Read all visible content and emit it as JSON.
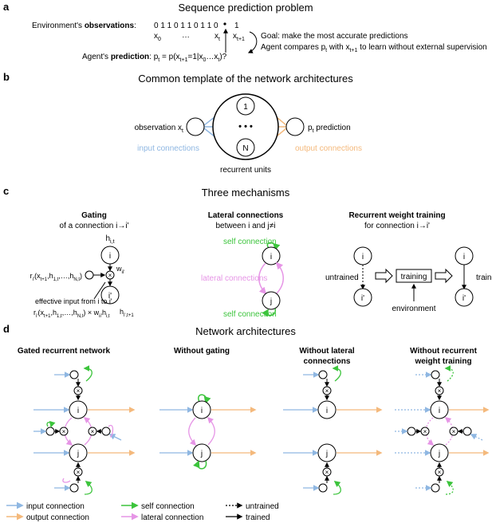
{
  "panel_a": {
    "letter": "a",
    "title": "Sequence prediction problem",
    "obs_label_pre": "Environment's ",
    "obs_label_bold": "observations",
    "obs_label_post": ":",
    "obs_sequence": "0 1 1 0 1 1 0 1 1 0",
    "next_obs": "1",
    "x0": "x",
    "x0_sub": "0",
    "dots": "…",
    "xt": "x",
    "xt_sub": "t",
    "xt1": "x",
    "xt1_sub": "t+1",
    "goal": "Goal: make the most accurate predictions",
    "compare_pre": "Agent compares p",
    "compare_sub1": "t",
    "compare_mid": " with x",
    "compare_sub2": "t+1",
    "compare_post": " to learn without external supervision",
    "pred_label_pre": "Agent's ",
    "pred_label_bold": "prediction",
    "pred_formula_a": ": p",
    "pred_formula_sub1": "t",
    "pred_formula_b": " = p(x",
    "pred_formula_sub2": "t+1",
    "pred_formula_c": "=1|x",
    "pred_formula_sub3": "0",
    "pred_formula_d": "…x",
    "pred_formula_sub4": "t",
    "pred_formula_e": ")?"
  },
  "panel_b": {
    "letter": "b",
    "title": "Common template of the network architectures",
    "observation": "observation x",
    "observation_sub": "t",
    "prediction_p": "p",
    "prediction_sub": "t",
    "prediction_word": " prediction",
    "unit_1": "1",
    "unit_n": "N",
    "unit_dots": "• • •",
    "input_connections": "input connections",
    "output_connections": "output connections",
    "recurrent_units": "recurrent units"
  },
  "panel_c": {
    "letter": "c",
    "title": "Three mechanisms",
    "gating_title": "Gating",
    "gating_sub": "of a connection i→i'",
    "h_it": "h",
    "h_it_sub": "i,t",
    "node_i": "i",
    "node_ip": "i'",
    "node_j": "j",
    "w_label": "w",
    "w_sub": "ii'",
    "h_ipt1": "h",
    "h_ipt1_sub": "i',t+1",
    "r_func_a": "r",
    "r_func_sub1": "i'",
    "r_func_b": "(x",
    "r_func_sub2": "t+1",
    "r_func_c": ",h",
    "r_func_sub3": "1,t",
    "r_func_d": ",…,h",
    "r_func_sub4": "N,t",
    "r_func_e": ")",
    "effective_input": "effective input from i to i'",
    "effective_formula_a": "r",
    "effective_formula_sub1": "i'",
    "effective_formula_b": "(x",
    "effective_formula_sub2": "t+1",
    "effective_formula_c": ",h",
    "effective_formula_sub3": "1,t",
    "effective_formula_d": ",…,h",
    "effective_formula_sub4": "N,t",
    "effective_formula_e": ") × w",
    "effective_formula_sub5": "ii'",
    "effective_formula_f": "h",
    "effective_formula_sub6": "i,t",
    "lateral_title": "Lateral connections",
    "lateral_sub": "between i and j≠i",
    "self_connection": "self connection",
    "lateral_connections": "lateral connections",
    "training_title": "Recurrent weight training",
    "training_sub": "for connection i→i'",
    "untrained": "untrained",
    "training_box": "training",
    "trained": "trained",
    "environment": "environment"
  },
  "panel_d": {
    "letter": "d",
    "title": "Network architectures",
    "arch1": "Gated recurrent network",
    "arch2": "Without gating",
    "arch3_l1": "Without lateral",
    "arch3_l2": "connections",
    "arch4_l1": "Without recurrent",
    "arch4_l2": "weight training",
    "node_i": "i",
    "node_j": "j",
    "gate_symbol": "×"
  },
  "legend": {
    "input_connection": "input connection",
    "output_connection": "output connection",
    "self_connection": "self connection",
    "lateral_connection": "lateral connection",
    "untrained": "untrained",
    "trained": "trained"
  },
  "colors": {
    "input": "#8fb7e2",
    "output": "#f4b97c",
    "self": "#3cc43c",
    "lateral": "#e695e6",
    "ink": "#000000"
  }
}
